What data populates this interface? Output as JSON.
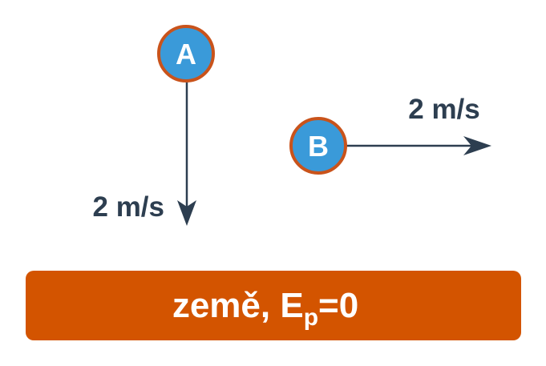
{
  "ball_a": {
    "label": "A",
    "velocity_label": "2 m/s",
    "velocity_direction": "down"
  },
  "ball_b": {
    "label": "B",
    "velocity_label": "2 m/s",
    "velocity_direction": "right"
  },
  "ground": {
    "text_main": "země, E",
    "text_sub": "p",
    "text_tail": "=0"
  },
  "colors": {
    "ball_fill": "#3a9ad9",
    "ball_stroke": "#c9531b",
    "vector": "#2d3e50",
    "ground": "#d35400",
    "ground_text": "#ffffff"
  }
}
